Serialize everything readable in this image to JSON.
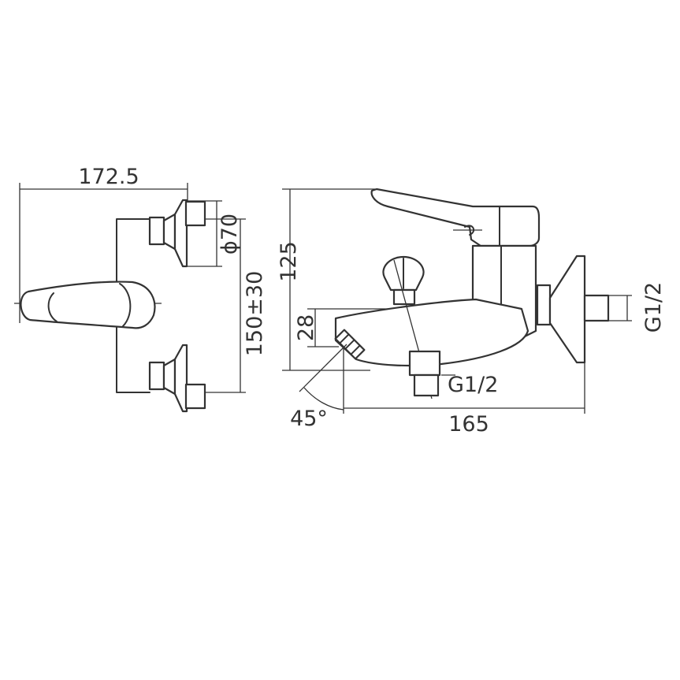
{
  "front_view": {
    "width_label": "172.5",
    "flange_diameter_label": "ϕ70",
    "center_distance_label": "150±30"
  },
  "side_view": {
    "height_label": "125",
    "spout_height_label": "28",
    "spout_angle_label": "45°",
    "depth_label": "165",
    "inlet_thread_label": "G1/2",
    "outlet_thread_label": "G1/2"
  }
}
